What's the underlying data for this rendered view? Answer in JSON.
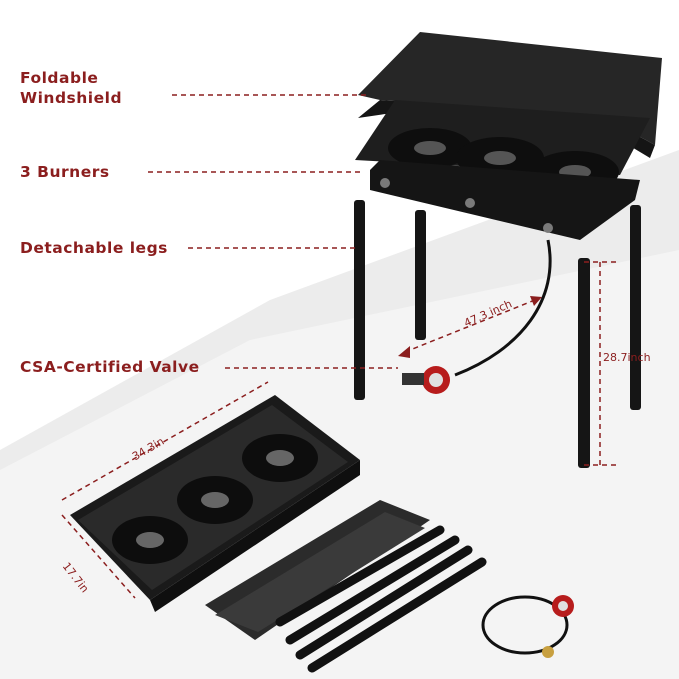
{
  "labels": {
    "windshield_line1": "Foldable",
    "windshield_line2": "Windshield",
    "burners": "3 Burners",
    "legs": "Detachable legs",
    "valve": "CSA-Certified Valve"
  },
  "dimensions": {
    "hose": "47.3 inch",
    "height": "28.7inch",
    "length": "34.3in",
    "width": "17.7in"
  },
  "colors": {
    "accent": "#8b1e1e",
    "product": "#1c1c1c",
    "floor": "#e8e8e8"
  }
}
